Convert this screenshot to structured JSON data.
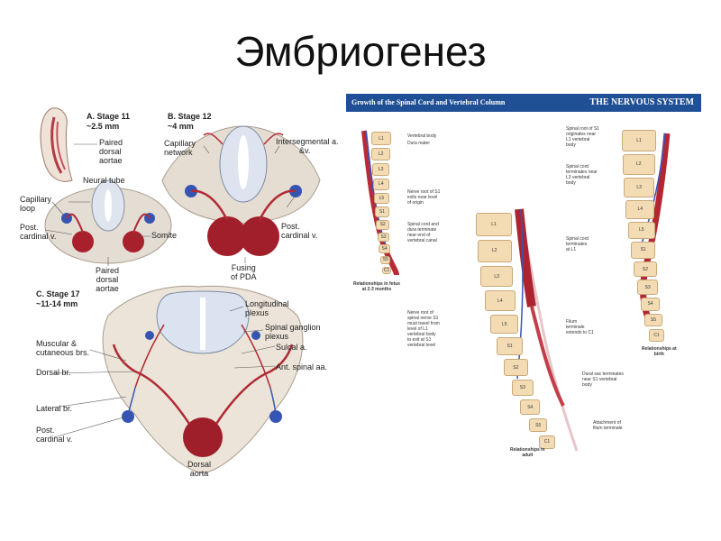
{
  "slide": {
    "title": "Эмбриогенез"
  },
  "left_figure": {
    "stage_a": {
      "title": "A. Stage 11",
      "size": "~2.5 mm",
      "labels": {
        "paired_dorsal_aortae": [
          "Paired",
          "dorsal",
          "aortae"
        ],
        "neural_tube": "Neural tube",
        "capillary_loop": [
          "Capillary",
          "loop"
        ],
        "post_cardinal": [
          "Post.",
          "cardinal v."
        ],
        "somite": "Somite",
        "paired_dorsal_aortae_bottom": [
          "Paired",
          "dorsal",
          "aortae"
        ]
      }
    },
    "stage_b": {
      "title": "B. Stage 12",
      "size": "~4 mm",
      "labels": {
        "capillary_network": [
          "Capillary",
          "network"
        ],
        "intersegmental": [
          "Intersegmental a.",
          "&v."
        ],
        "post_cardinal": [
          "Post.",
          "cardinal v."
        ],
        "fusing_pda": [
          "Fusing",
          "of PDA"
        ]
      }
    },
    "stage_c": {
      "title": "C. Stage 17",
      "size": "~11-14 mm",
      "labels": {
        "longitudinal_plexus": [
          "Longitudinal",
          "plexus"
        ],
        "spinal_ganglion_plexus": [
          "Spinal ganglion",
          "plexus"
        ],
        "muscular_cutaneous": [
          "Muscular &",
          "cutaneous brs."
        ],
        "sulcal": "Sulcal a.",
        "dorsal_br": "Dorsal br.",
        "ant_spinal": "Ant. spinal aa.",
        "lateral_br": "Lateral br.",
        "post_cardinal": [
          "Post.",
          "cardinal v."
        ],
        "dorsal_aorta": [
          "Dorsal",
          "aorta"
        ]
      }
    }
  },
  "right_figure": {
    "banner_left": "Growth of the Spinal Cord and Vertebral Column",
    "banner_right": "THE NERVOUS SYSTEM",
    "fetus": {
      "vertebrae": [
        "L1",
        "L2",
        "L3",
        "L4",
        "L5",
        "S1",
        "S2",
        "S3",
        "S4",
        "S5",
        "C1"
      ],
      "annotations": {
        "vertebral_body": "Vertebral body",
        "dura_mater": "Dura mater",
        "nerve_root": [
          "Nerve root of S1",
          "exits near level",
          "of origin"
        ],
        "cord_dura": [
          "Spinal cord and",
          "dura terminate",
          "near end of",
          "vertebral canal"
        ]
      },
      "caption": [
        "Relationships in fetus",
        "at 2-3 months"
      ]
    },
    "adult": {
      "vertebrae": [
        "L1",
        "L2",
        "L3",
        "L4",
        "L5",
        "S1",
        "S2",
        "S3",
        "S4",
        "S5",
        "C1"
      ],
      "annotations": {
        "nerve_root_note": [
          "Nerve root of",
          "spinal nerve S1",
          "must travel from",
          "level of L1",
          "vertebral body",
          "to exit at S1",
          "vertebral level"
        ],
        "cord_terminates": [
          "Spinal cord",
          "terminates",
          "at L1"
        ],
        "filum": [
          "Filum",
          "terminale",
          "extends to C1"
        ],
        "dural_sac": [
          "Dural sac terminates",
          "near S1 vertebral",
          "body"
        ],
        "attachment": [
          "Attachment of",
          "filum terminale"
        ]
      },
      "caption": [
        "Relationships in",
        "adult"
      ]
    },
    "birth": {
      "vertebrae": [
        "L1",
        "L2",
        "L3",
        "L4",
        "L5",
        "S1",
        "S2",
        "S3",
        "S4",
        "S5",
        "C1"
      ],
      "annotations": {
        "root_s1": [
          "Spinal root of S1",
          "originates near",
          "L1 vertebral",
          "body"
        ],
        "cord_l3": [
          "Spinal cord",
          "terminates near",
          "L3 vertebral",
          "body"
        ]
      },
      "caption": [
        "Relationships at",
        "birth"
      ]
    }
  },
  "colors": {
    "banner": "#1f4f95",
    "artery": "#a5202a",
    "vein": "#3a58b8",
    "bone": "#f3dcb4",
    "tissue": "#e2d8cc"
  }
}
